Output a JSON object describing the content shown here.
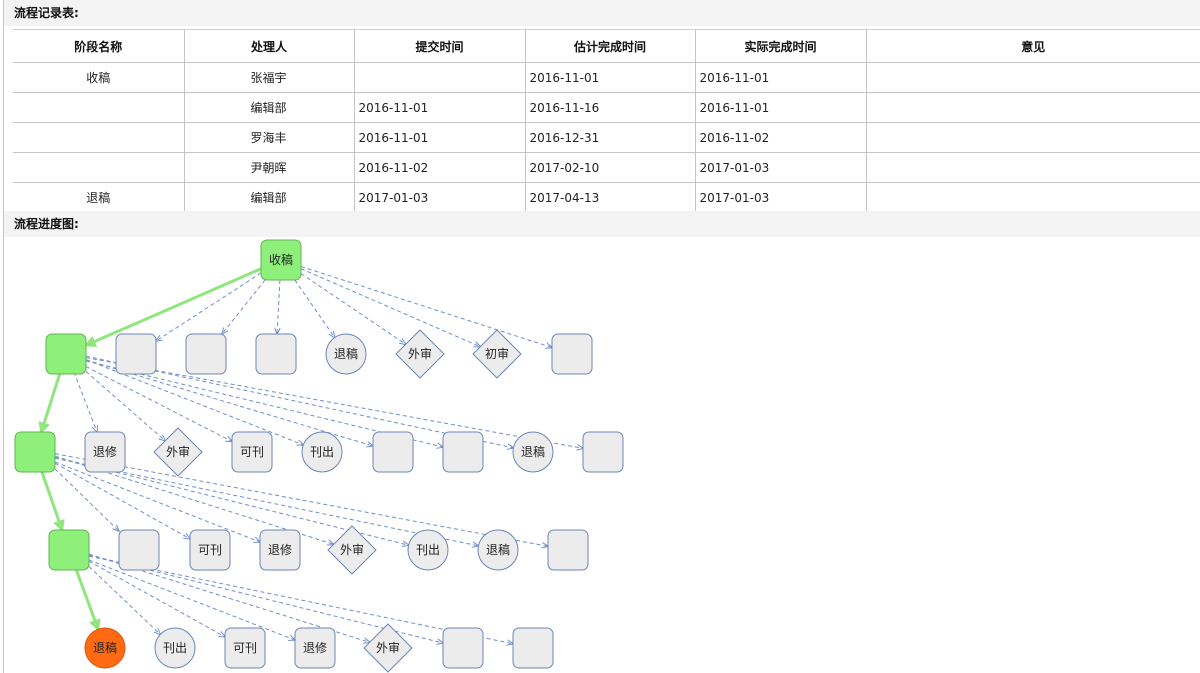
{
  "record_table": {
    "title": "流程记录表:",
    "headers": [
      "阶段名称",
      "处理人",
      "提交时间",
      "估计完成时间",
      "实际完成时间",
      "意见"
    ],
    "rows": [
      {
        "stage": "收稿",
        "handler": "张福宇",
        "submitted": "",
        "estimated": "2016-11-01",
        "actual": "2016-11-01",
        "comment": ""
      },
      {
        "stage": "",
        "handler": "编辑部",
        "submitted": "2016-11-01",
        "estimated": "2016-11-16",
        "actual": "2016-11-01",
        "comment": ""
      },
      {
        "stage": "",
        "handler": "罗海丰",
        "submitted": "2016-11-01",
        "estimated": "2016-12-31",
        "actual": "2016-11-02",
        "comment": ""
      },
      {
        "stage": "",
        "handler": "尹朝晖",
        "submitted": "2016-11-02",
        "estimated": "2017-02-10",
        "actual": "2017-01-03",
        "comment": ""
      },
      {
        "stage": "退稿",
        "handler": "编辑部",
        "submitted": "2017-01-03",
        "estimated": "2017-04-13",
        "actual": "2017-01-03",
        "comment": ""
      }
    ]
  },
  "flow_diagram": {
    "title": "流程进度图:",
    "colors": {
      "completed": "#8ef07a",
      "current": "#ff6a13",
      "pending": "#ececec",
      "node_border": "#6b86b6",
      "path_arrow": "#8fe67d",
      "option_arrow": "#6f8fca"
    },
    "root": {
      "id": "root",
      "label": "收稿",
      "shape": "rect",
      "state": "completed"
    },
    "levels": [
      {
        "path_node": {
          "id": "l1",
          "label": "",
          "shape": "rect",
          "state": "completed"
        },
        "options": [
          {
            "label": "",
            "shape": "rect"
          },
          {
            "label": "",
            "shape": "rect"
          },
          {
            "label": "",
            "shape": "rect"
          },
          {
            "label": "退稿",
            "shape": "circle"
          },
          {
            "label": "外审",
            "shape": "diamond"
          },
          {
            "label": "初审",
            "shape": "diamond"
          },
          {
            "label": "",
            "shape": "rect"
          }
        ]
      },
      {
        "path_node": {
          "id": "l2",
          "label": "",
          "shape": "rect",
          "state": "completed"
        },
        "options": [
          {
            "label": "退修",
            "shape": "rect"
          },
          {
            "label": "外审",
            "shape": "diamond"
          },
          {
            "label": "可刊",
            "shape": "rect"
          },
          {
            "label": "刊出",
            "shape": "circle"
          },
          {
            "label": "",
            "shape": "rect"
          },
          {
            "label": "",
            "shape": "rect"
          },
          {
            "label": "退稿",
            "shape": "circle"
          },
          {
            "label": "",
            "shape": "rect"
          }
        ]
      },
      {
        "path_node": {
          "id": "l3",
          "label": "",
          "shape": "rect",
          "state": "completed"
        },
        "options": [
          {
            "label": "",
            "shape": "rect"
          },
          {
            "label": "可刊",
            "shape": "rect"
          },
          {
            "label": "退修",
            "shape": "rect"
          },
          {
            "label": "外审",
            "shape": "diamond"
          },
          {
            "label": "刊出",
            "shape": "circle"
          },
          {
            "label": "退稿",
            "shape": "circle"
          },
          {
            "label": "",
            "shape": "rect"
          }
        ]
      },
      {
        "path_node": {
          "id": "l4",
          "label": "退稿",
          "shape": "circle",
          "state": "current"
        },
        "options": [
          {
            "label": "刊出",
            "shape": "circle"
          },
          {
            "label": "可刊",
            "shape": "rect"
          },
          {
            "label": "退修",
            "shape": "rect"
          },
          {
            "label": "外审",
            "shape": "diamond"
          },
          {
            "label": "",
            "shape": "rect"
          },
          {
            "label": "",
            "shape": "rect"
          }
        ]
      }
    ]
  }
}
